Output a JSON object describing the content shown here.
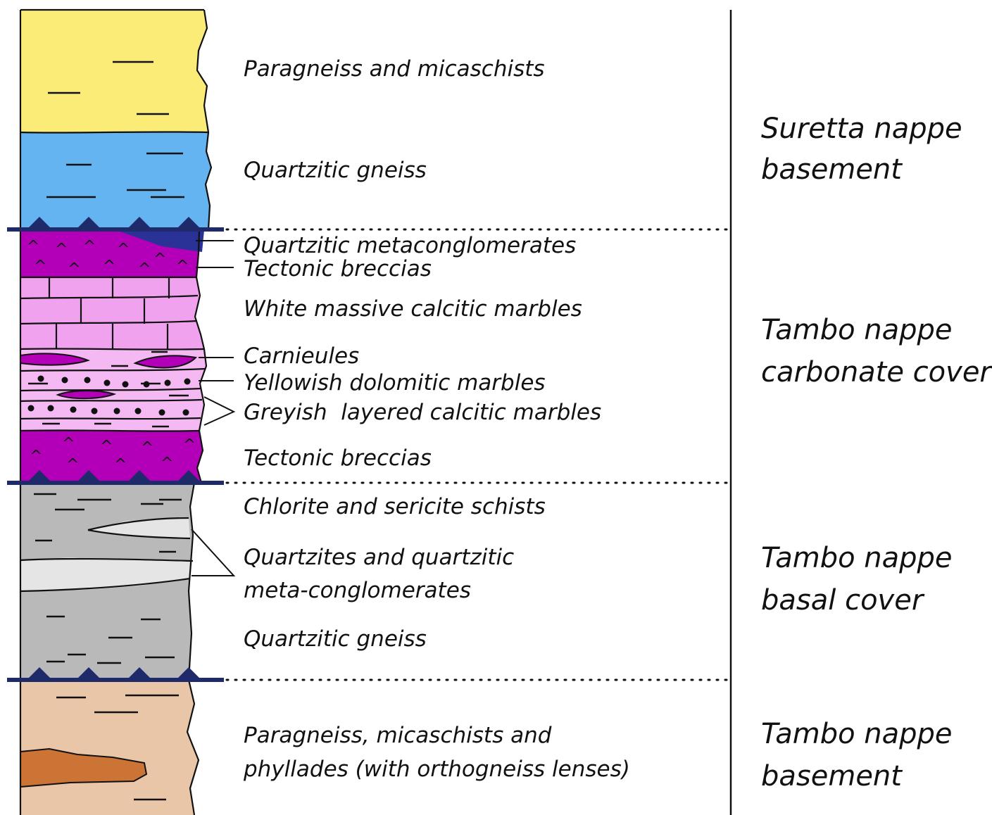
{
  "lithology_labels": {
    "paragneiss_micaschists": "Paragneiss and micaschists",
    "quartzitic_gneiss_upper": "Quartzitic gneiss",
    "quartzitic_metaconglomerates": "Quartzitic metaconglomerates",
    "tectonic_breccias_upper": "Tectonic breccias",
    "white_massive_marbles": "White massive calcitic marbles",
    "carnieules": "Carnieules",
    "yellowish_dolomitic_marbles": "Yellowish dolomitic marbles",
    "greyish_layered_marbles": "Greyish  layered calcitic marbles",
    "tectonic_breccias_lower": "Tectonic breccias",
    "chlorite_sericite_schists": "Chlorite and sericite schists",
    "quartzites_line1": "Quartzites and quartzitic",
    "quartzites_line2": "meta-conglomerates",
    "quartzitic_gneiss_lower": "Quartzitic gneiss",
    "paragneiss_line1": "Paragneiss, micaschists and",
    "paragneiss_line2": "phyllades (with orthogneiss lenses)"
  },
  "units": {
    "suretta_line1": "Suretta nappe",
    "suretta_line2": "basement",
    "tambo_carbonate_line1": "Tambo nappe",
    "tambo_carbonate_line2": "carbonate cover",
    "tambo_basal_line1": "Tambo nappe",
    "tambo_basal_line2": "basal cover",
    "tambo_basement_line1": "Tambo nappe",
    "tambo_basement_line2": "basement"
  },
  "colors": {
    "yellow": "#fbec78",
    "blue": "#64b4f2",
    "magenta": "#b300b8",
    "pink": "#f0a2ef",
    "grey": "#b9b9b9",
    "light_grey": "#e5e5e5",
    "tan": "#eac6a8",
    "orange": "#cc7336",
    "navy": "#1f2a6b"
  }
}
